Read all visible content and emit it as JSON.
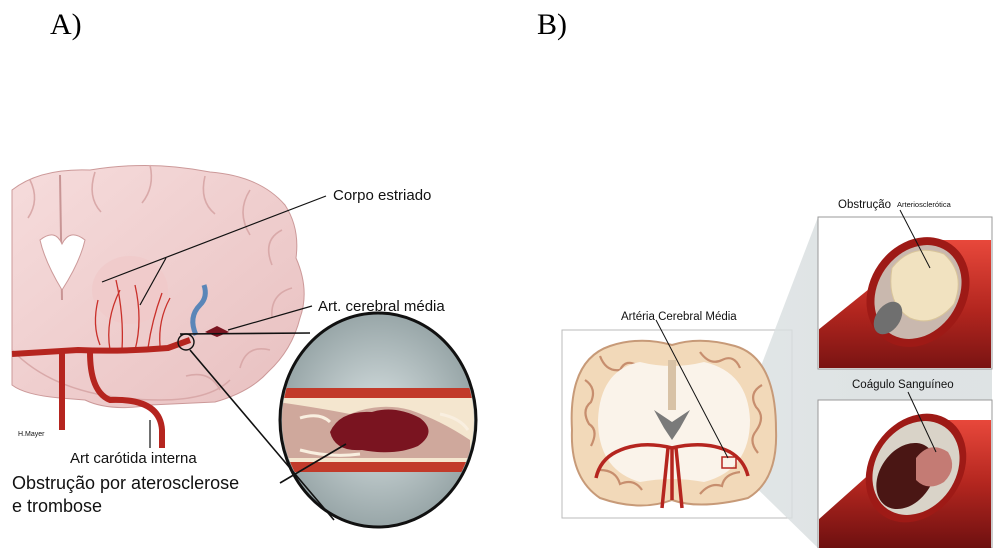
{
  "panel_a": {
    "letter": "A)",
    "labels": {
      "corpo_estriado": "Corpo estriado",
      "art_cerebral_media": "Art. cerebral média",
      "art_carotida_interna": "Art carótida interna",
      "obstrucao_line1": "Obstrução por aterosclerose",
      "obstrucao_line2": "e trombose",
      "credit": "H.Mayer"
    }
  },
  "panel_b": {
    "letter": "B)",
    "labels": {
      "arteria_cerebral_media": "Artéria Cerebral Média",
      "obstrucao": "Obstrução",
      "arteriosclerotica": "Arteriosclerótica",
      "coagulo": "Coágulo Sanguíneo"
    }
  },
  "colors": {
    "artery_red": "#b5251f",
    "brain_pink": "#f3d2d2",
    "white_matter": "#fbecec",
    "vessel_wall": "#c23a2a",
    "plaque": "#f1e2c0",
    "clot": "#7a1420"
  }
}
